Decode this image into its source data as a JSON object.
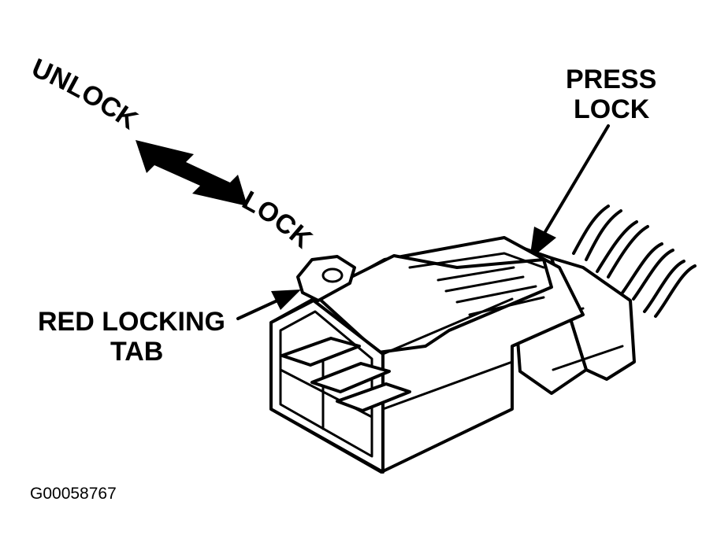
{
  "labels": {
    "unlock": "UNLOCK",
    "lock": "LOCK",
    "press_lock_line1": "PRESS",
    "press_lock_line2": "LOCK",
    "red_locking_tab_line1": "RED LOCKING",
    "red_locking_tab_line2": "TAB"
  },
  "figure_id": "G00058767"
}
